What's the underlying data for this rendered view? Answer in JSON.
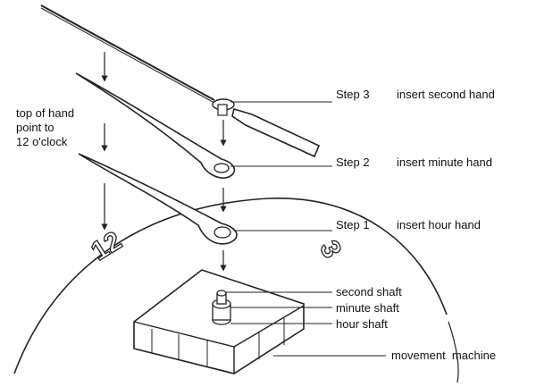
{
  "annotation": {
    "line1": "top of hand",
    "line2": "point to",
    "line3": "12 o'clock"
  },
  "steps": [
    {
      "step": "Step 3",
      "action": "insert second hand"
    },
    {
      "step": "Step 2",
      "action": "insert minute hand"
    },
    {
      "step": "Step 1",
      "action": "insert hour hand"
    }
  ],
  "shafts": {
    "second": "second shaft",
    "minute": "minute shaft",
    "hour": "hour shaft"
  },
  "movement": "movement  machine",
  "dial": {
    "twelve": "12",
    "three": "3"
  },
  "colors": {
    "line": "#222222",
    "background": "#ffffff"
  }
}
